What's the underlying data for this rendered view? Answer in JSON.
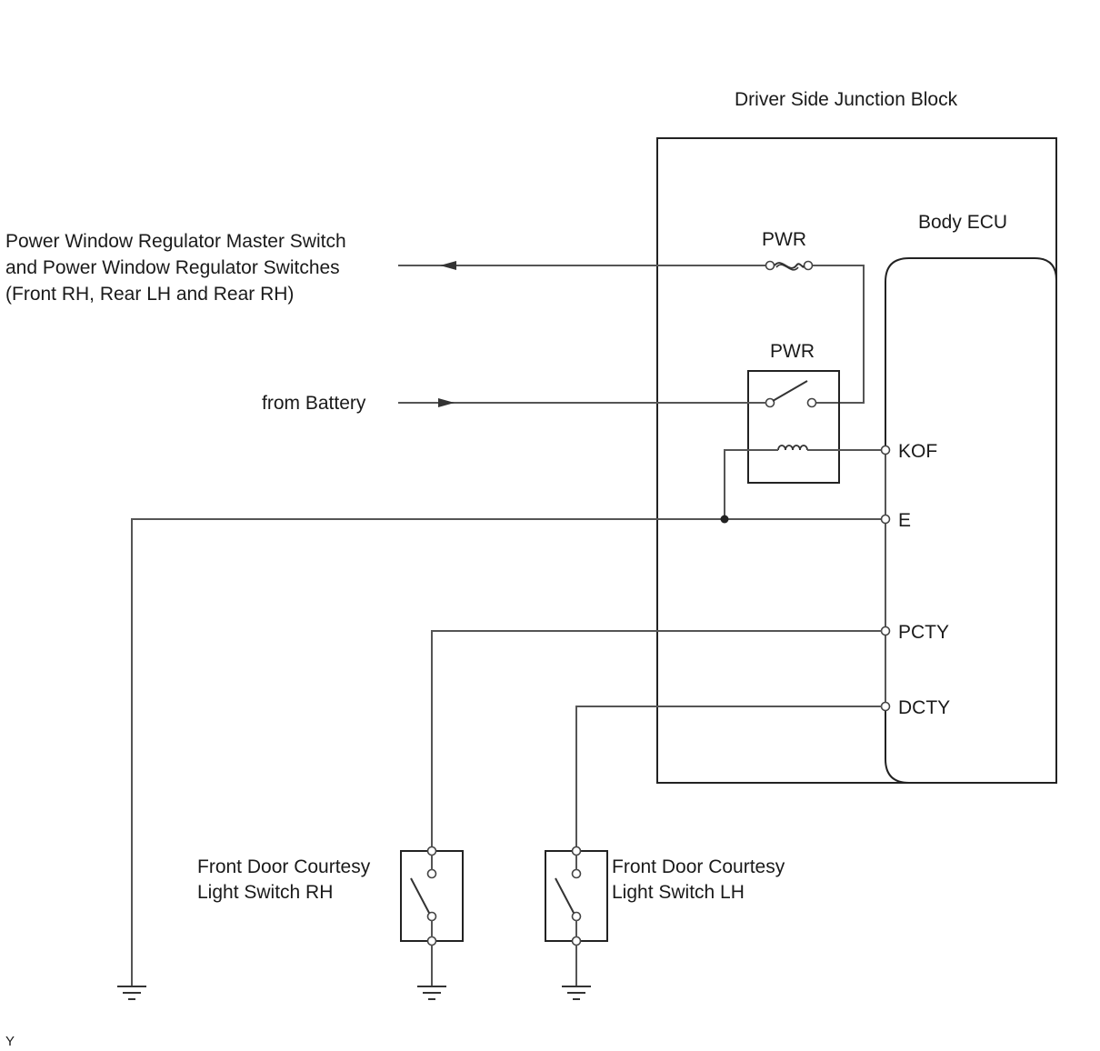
{
  "blocks": {
    "junction_block": "Driver Side Junction Block",
    "body_ecu": "Body ECU"
  },
  "fuse_label": "PWR",
  "relay_label": "PWR",
  "outputs": {
    "line1": "Power Window Regulator Master Switch",
    "line2": "and Power Window Regulator Switches",
    "line3": "(Front RH, Rear LH and Rear RH)"
  },
  "battery_label": "from Battery",
  "ecu_terminals": [
    "KOF",
    "E",
    "PCTY",
    "DCTY"
  ],
  "switches": {
    "rh": {
      "line1": "Front Door Courtesy",
      "line2": "Light Switch RH"
    },
    "lh": {
      "line1": "Front Door Courtesy",
      "line2": "Light Switch LH"
    }
  },
  "corner_mark": "Y"
}
